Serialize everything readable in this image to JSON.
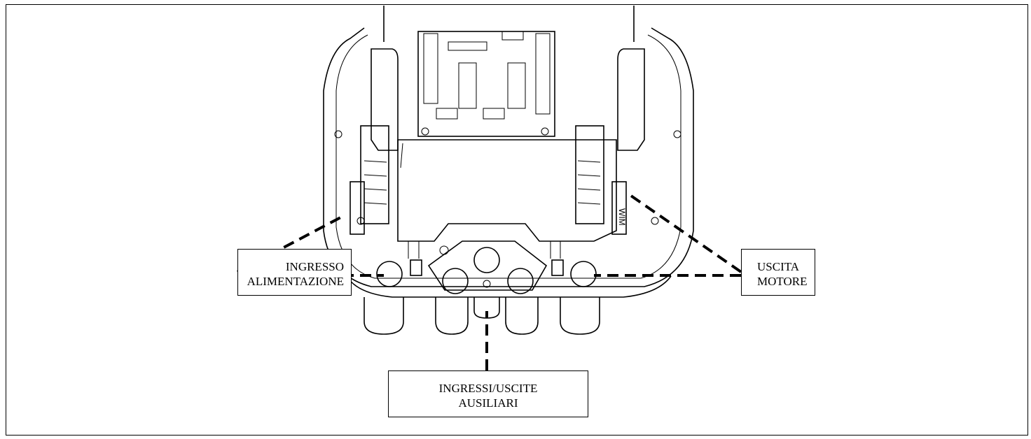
{
  "labels": {
    "power_input": [
      "INGRESSO",
      "ALIMENTAZIONE"
    ],
    "motor_output": [
      "USCITA",
      "MOTORE"
    ],
    "aux_io": [
      "INGRESSI/USCITE",
      "AUSILIARI"
    ]
  },
  "housing_marking": "WIM",
  "colors": {
    "line": "#000000",
    "background": "#ffffff"
  }
}
